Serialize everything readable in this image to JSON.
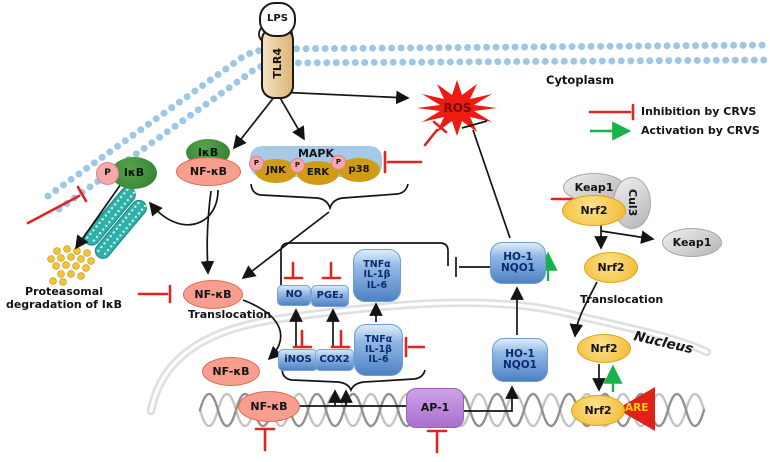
{
  "legend": {
    "inhibition_label": "Inhibition by CRVS",
    "activation_label": "Activation by CRVS"
  },
  "regions": {
    "cytoplasm": "Cytoplasm",
    "nucleus": "Nucleus"
  },
  "receptor": {
    "ligand": "LPS",
    "name": "TLR4"
  },
  "nodes": {
    "ros": "ROS",
    "p": "P",
    "ikb_membrane": "IκB",
    "nfkb_membrane": "NF-κB",
    "ikb_phospho": "IκB",
    "mapk": "MAPK",
    "jnk": "JNK",
    "erk": "ERK",
    "p38": "p38",
    "nfkb_cytoplasm": "NF-κB",
    "nfkb_nucleus": "NF-κB",
    "nfkb_dna": "NF-κB",
    "no": "NO",
    "pge2": "PGE₂",
    "inos": "iNOS",
    "cox2": "COX2",
    "tnf_upper": {
      "l1": "TNFα",
      "l2": "IL-1β",
      "l3": "IL-6"
    },
    "tnf_lower": {
      "l1": "TNFα",
      "l2": "IL-1β",
      "l3": "IL-6"
    },
    "ho1_upper": {
      "l1": "HO-1",
      "l2": "NQO1"
    },
    "ho1_lower": {
      "l1": "HO-1",
      "l2": "NQO1"
    },
    "keap1_bound": "Keap1",
    "cul3": "Cul3",
    "nrf2_bound": "Nrf2",
    "keap1_released": "Keap1",
    "nrf2_cytosol": "Nrf2",
    "nrf2_nucleus": "Nrf2",
    "nrf2_dna": "Nrf2",
    "are": "ARE",
    "ap1": "AP-1"
  },
  "captions": {
    "translocation_nfkb": "Translocation",
    "translocation_nrf2": "Translocation",
    "proteasome_line1": "Proteasomal",
    "proteasome_line2": "degradation of IκB"
  },
  "colors": {
    "inhibition_red": "#e02420",
    "activation_green": "#18b24b",
    "ros_red": "#ec1c13",
    "membrane_blue": "#9ec7e6",
    "nfkb_salmon": "#f79e8f",
    "ikb_green": "#2e7c32",
    "nrf2_gold": "#f2b92e",
    "mediator_blue": "#5282c4",
    "ap1_purple": "#a970cf",
    "are_red": "#e0211a",
    "proteasome_teal": "#2fb0a8",
    "degraded_dots_yellow": "#f2c43c"
  }
}
